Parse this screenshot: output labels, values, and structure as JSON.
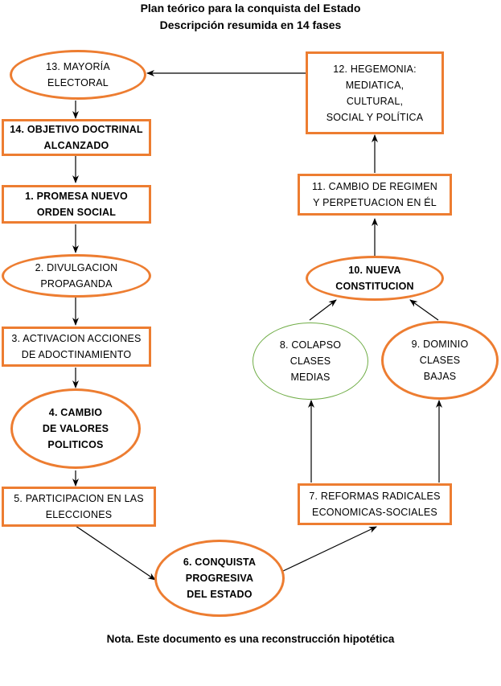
{
  "header": {
    "title": "Plan teórico para la conquista del Estado",
    "subtitle": "Descripción resumida en 14 fases"
  },
  "nodes": {
    "n13": [
      "13. MAYORÍA",
      "ELECTORAL"
    ],
    "n14": [
      "14. OBJETIVO DOCTRINAL",
      "ALCANZADO"
    ],
    "n1": [
      "1. PROMESA NUEVO",
      "ORDEN SOCIAL"
    ],
    "n2": [
      "2. DIVULGACION",
      "PROPAGANDA"
    ],
    "n3": [
      "3. ACTIVACION  ACCIONES",
      "DE ADOCTINAMIENTO"
    ],
    "n4": [
      "4. CAMBIO",
      "DE VALORES",
      "POLITICOS"
    ],
    "n5": [
      "5. PARTICIPACION EN LAS",
      "ELECCIONES"
    ],
    "n6": [
      "6. CONQUISTA",
      "PROGRESIVA",
      "DEL ESTADO"
    ],
    "n7": [
      "7. REFORMAS RADICALES",
      "ECONOMICAS-SOCIALES"
    ],
    "n8": [
      "8. COLAPSO",
      "CLASES",
      "MEDIAS"
    ],
    "n9": [
      "9. DOMINIO",
      "CLASES",
      "BAJAS"
    ],
    "n10": [
      "10. NUEVA",
      "CONSTITUCION"
    ],
    "n11": [
      "11. CAMBIO DE REGIMEN",
      "Y PERPETUACION EN ÉL"
    ],
    "n12": [
      "12. HEGEMONIA:",
      "MEDIATICA,",
      "CULTURAL,",
      "SOCIAL  Y POLÍTICA"
    ]
  },
  "footer": {
    "note": "Nota. Este documento es una reconstrucción hipotética"
  },
  "colors": {
    "orange_border": "#ed7d31",
    "green_border": "#70ad47",
    "arrow": "#000000"
  }
}
